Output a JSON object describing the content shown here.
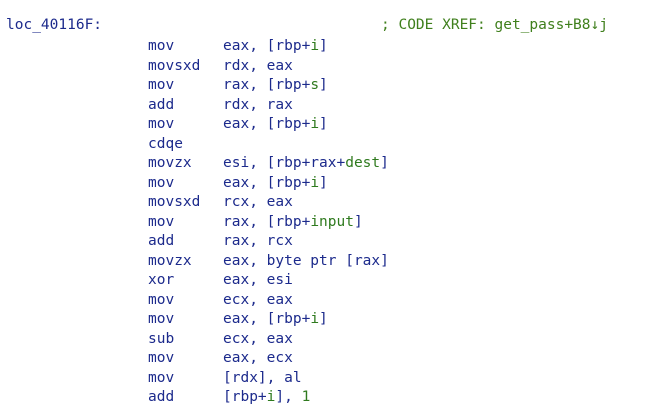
{
  "colors": {
    "background": "#ffffff",
    "code_text": "#1c2a8c",
    "comment": "#3f7f1c",
    "variable": "#2f7a1e"
  },
  "label": {
    "name": "loc_40116F:",
    "comment": "; CODE XREF: get_pass+B8↓j"
  },
  "instructions": [
    {
      "mnemonic": "mov",
      "operands": [
        {
          "t": "eax, [rbp+"
        },
        {
          "t": "i",
          "k": "var"
        },
        {
          "t": "]"
        }
      ]
    },
    {
      "mnemonic": "movsxd",
      "operands": [
        {
          "t": "rdx, eax"
        }
      ]
    },
    {
      "mnemonic": "mov",
      "operands": [
        {
          "t": "rax, [rbp+"
        },
        {
          "t": "s",
          "k": "var"
        },
        {
          "t": "]"
        }
      ]
    },
    {
      "mnemonic": "add",
      "operands": [
        {
          "t": "rdx, rax"
        }
      ]
    },
    {
      "mnemonic": "mov",
      "operands": [
        {
          "t": "eax, [rbp+"
        },
        {
          "t": "i",
          "k": "var"
        },
        {
          "t": "]"
        }
      ]
    },
    {
      "mnemonic": "cdqe",
      "operands": []
    },
    {
      "mnemonic": "movzx",
      "operands": [
        {
          "t": "esi, [rbp+rax+"
        },
        {
          "t": "dest",
          "k": "var"
        },
        {
          "t": "]"
        }
      ]
    },
    {
      "mnemonic": "mov",
      "operands": [
        {
          "t": "eax, [rbp+"
        },
        {
          "t": "i",
          "k": "var"
        },
        {
          "t": "]"
        }
      ]
    },
    {
      "mnemonic": "movsxd",
      "operands": [
        {
          "t": "rcx, eax"
        }
      ]
    },
    {
      "mnemonic": "mov",
      "operands": [
        {
          "t": "rax, [rbp+"
        },
        {
          "t": "input",
          "k": "var"
        },
        {
          "t": "]"
        }
      ]
    },
    {
      "mnemonic": "add",
      "operands": [
        {
          "t": "rax, rcx"
        }
      ]
    },
    {
      "mnemonic": "movzx",
      "operands": [
        {
          "t": "eax, byte ptr [rax]"
        }
      ]
    },
    {
      "mnemonic": "xor",
      "operands": [
        {
          "t": "eax, esi"
        }
      ]
    },
    {
      "mnemonic": "mov",
      "operands": [
        {
          "t": "ecx, eax"
        }
      ]
    },
    {
      "mnemonic": "mov",
      "operands": [
        {
          "t": "eax, [rbp+"
        },
        {
          "t": "i",
          "k": "var"
        },
        {
          "t": "]"
        }
      ]
    },
    {
      "mnemonic": "sub",
      "operands": [
        {
          "t": "ecx, eax"
        }
      ]
    },
    {
      "mnemonic": "mov",
      "operands": [
        {
          "t": "eax, ecx"
        }
      ]
    },
    {
      "mnemonic": "mov",
      "operands": [
        {
          "t": "[rdx], al"
        }
      ]
    },
    {
      "mnemonic": "add",
      "operands": [
        {
          "t": "[rbp+"
        },
        {
          "t": "i",
          "k": "var"
        },
        {
          "t": "], "
        },
        {
          "t": "1",
          "k": "num"
        }
      ]
    }
  ]
}
